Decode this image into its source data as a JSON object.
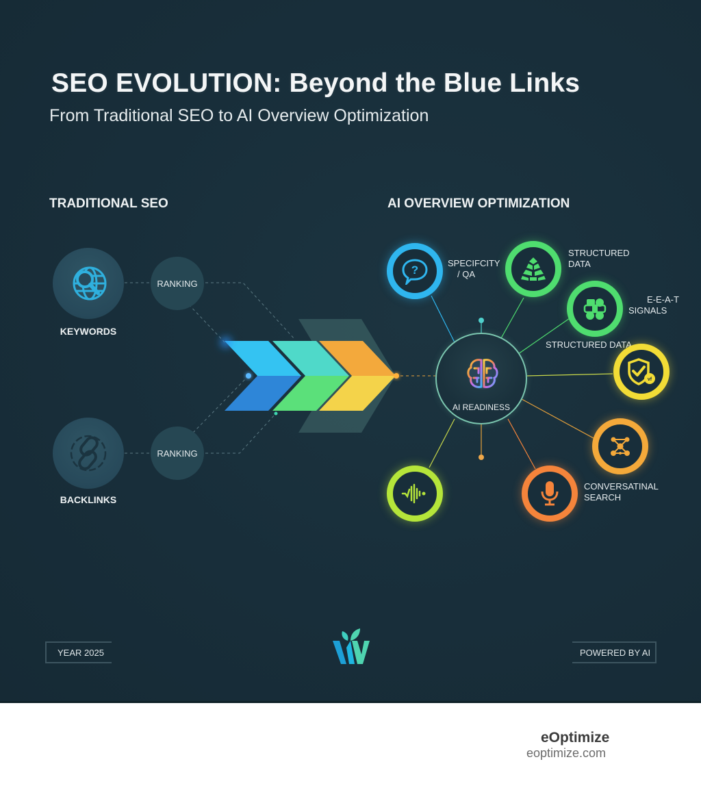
{
  "header": {
    "title": "SEO EVOLUTION: Beyond the Blue Links",
    "subtitle": "From Traditional SEO to AI Overview Optimization"
  },
  "traditional": {
    "heading": "TRADITIONAL SEO",
    "nodes": [
      {
        "label": "KEYWORDS",
        "icon": "globe-search-icon",
        "rank_label": "RANKING"
      },
      {
        "label": "BACKLINKS",
        "icon": "chain-link-icon",
        "rank_label": "RANKING"
      }
    ]
  },
  "transition": {
    "chevrons": [
      {
        "top": "#34c3f2",
        "bottom": "#2e86d8"
      },
      {
        "top": "#4fd9c9",
        "bottom": "#5be07a"
      },
      {
        "top": "#f3a93c",
        "bottom": "#f4d34a"
      }
    ]
  },
  "ai": {
    "heading": "AI OVERVIEW OPTIMIZATION",
    "hub": {
      "label": "AI READINESS",
      "icon": "brain-icon"
    },
    "nodes": [
      {
        "label": "SPECIFCITY\n/ QA",
        "line1": "SPECIFCITY",
        "line2": "/ QA",
        "icon": "question-bubble-icon",
        "color": "#2fb6ef"
      },
      {
        "label": "STRUCTURED DATA",
        "line1": "STRUCTURED",
        "line2": "DATA",
        "icon": "pyramid-blocks-icon",
        "color": "#4fdd6f"
      },
      {
        "label": "E-E-A-T SIGNALS",
        "line1": "E-E-A-T",
        "line2": "SIGNALS",
        "icon": "network-blocks-icon",
        "color": "#4fdd6f"
      },
      {
        "label": "STRUCTURED DATA",
        "line1": "STRUCTURED DATA",
        "icon": "shield-check-icon",
        "color": "#f2dc36"
      },
      {
        "label": "",
        "icon": "node-graph-icon",
        "color": "#f4a93a"
      },
      {
        "label": "CONVERSATINAL SEARCH",
        "line1": "CONVERSATINAL",
        "line2": "SEARCH",
        "icon": "microphone-icon",
        "color": "#f5843b"
      },
      {
        "label": "",
        "icon": "sound-wave-icon",
        "color": "#b5e53a"
      }
    ]
  },
  "footer": {
    "year": "YEAR 2025",
    "powered": "POWERED BY AI",
    "logo": "leaf-w-logo"
  },
  "brand": {
    "name": "eOptimize",
    "url": "eoptimize.com"
  }
}
